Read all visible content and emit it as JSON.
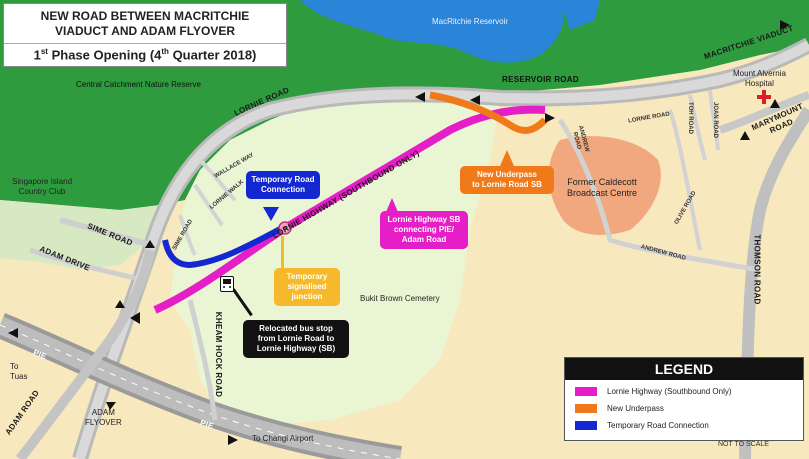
{
  "title": {
    "line1": "NEW ROAD BETWEEN MACRITCHIE",
    "line2": "VIADUCT AND ADAM FLYOVER",
    "phase_prefix": "1",
    "phase_sup": "st",
    "phase_mid": " Phase Opening (4",
    "phase_sup2": "th",
    "phase_suffix": " Quarter 2018)"
  },
  "places": {
    "reservoir": "MacRitchie Reservoir",
    "nature_reserve": "Central Catchment Nature Reserve",
    "country_club_line1": "Singapore Island",
    "country_club_line2": "Country Club",
    "caldecott_line1": "Former Caldecott",
    "caldecott_line2": "Broadcast Centre",
    "cemetery": "Bukit Brown Cemetery",
    "hospital_line1": "Mount Alvernia",
    "hospital_line2": "Hospital",
    "to_tuas_line1": "To",
    "to_tuas_line2": "Tuas",
    "to_changi": "To Changi Airport",
    "adam_flyover_line1": "ADAM",
    "adam_flyover_line2": "FLYOVER"
  },
  "roads": {
    "lornie_road": "LORNIE ROAD",
    "reservoir_road": "RESERVOIR ROAD",
    "macritchie_viaduct": "MACRITCHIE VIADUCT",
    "lornie_highway": "LORNIE HIGHWAY (SOUTHBOUND ONLY)",
    "sime_road": "SIME ROAD",
    "adam_drive": "ADAM DRIVE",
    "adam_road": "ADAM ROAD",
    "pie_upper": "PIE",
    "pie_lower": "PIE",
    "kheam_hock_road": "KHEAM HOCK ROAD",
    "thomson_road": "THOMSON ROAD",
    "marymount_line1": "MARYMOUNT",
    "marymount_line2": "ROAD",
    "andrew_road": "ANDREW ROAD",
    "andrew_road_short_line1": "ANDREW",
    "andrew_road_short_line2": "ROAD",
    "olive_road": "OLIVE ROAD",
    "wallace_way": "WALLACE WAY",
    "lornie_walk": "LORNIE WALK",
    "sime_road_small": "SIME ROAD",
    "lornie_road_small": "LORNIE ROAD",
    "toh_road": "TOH ROAD",
    "joan_road": "JOAN ROAD"
  },
  "callouts": {
    "temp_road_line1": "Temporary Road",
    "temp_road_line2": "Connection",
    "new_underpass_line1": "New Underpass",
    "new_underpass_line2": "to Lornie Road SB",
    "lornie_highway_sb_line1": "Lornie Highway SB",
    "lornie_highway_sb_line2": "connecting PIE/",
    "lornie_highway_sb_line3": "Adam Road",
    "temp_junction_line1": "Temporary",
    "temp_junction_line2": "signalised",
    "temp_junction_line3": "junction",
    "bus_stop_line1": "Relocated bus stop",
    "bus_stop_line2": "from Lornie Road to",
    "bus_stop_line3": "Lornie Highway (SB)"
  },
  "legend": {
    "title": "LEGEND",
    "items": [
      {
        "label": "Lornie Highway (Southbound Only)",
        "color": "#e61ec8"
      },
      {
        "label": "New Underpass",
        "color": "#f07a1a"
      },
      {
        "label": "Temporary Road Connection",
        "color": "#1428d2"
      }
    ]
  },
  "footer": {
    "not_to_scale": "NOT TO SCALE"
  },
  "colors": {
    "magenta": "#e61ec8",
    "orange": "#f07a1a",
    "blue": "#1428d2",
    "forest": "#2a9a3c",
    "water": "#2a84d8",
    "parkland": "#e8f5cf",
    "road": "#c8c8c8",
    "caldecott": "#f2a87e"
  },
  "icons": [
    "bus-stop-icon",
    "hospital-cross-icon",
    "traffic-signal-icon",
    "direction-arrow-icon"
  ]
}
